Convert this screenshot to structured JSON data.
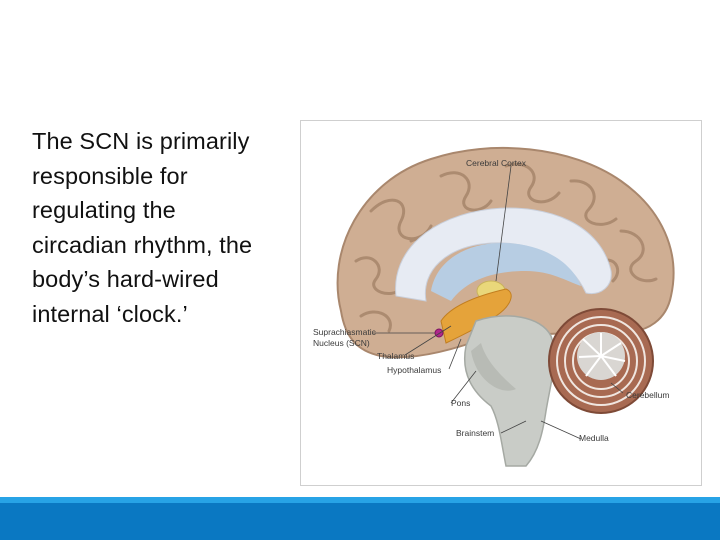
{
  "slide": {
    "body_lines": [
      "The SCN is primarily",
      "responsible for",
      "regulating the",
      "circadian rhythm, the",
      "body’s hard-wired",
      "internal ‘clock.’"
    ]
  },
  "figure": {
    "labels": {
      "cerebral_cortex": "Cerebral Cortex",
      "scn_line1": "Suprachiasmatic",
      "scn_line2": "Nucleus (SCN)",
      "thalamus": "Thalamus",
      "hypothalamus": "Hypothalamus",
      "pons": "Pons",
      "brainstem": "Brainstem",
      "cerebellum": "Cerebellum",
      "medulla": "Medulla"
    }
  },
  "colors": {
    "footer": "#0a78c2",
    "footer_strip": "#27a3e6",
    "cortex": "#c9a98e",
    "scn_marker": "#b0288c"
  }
}
